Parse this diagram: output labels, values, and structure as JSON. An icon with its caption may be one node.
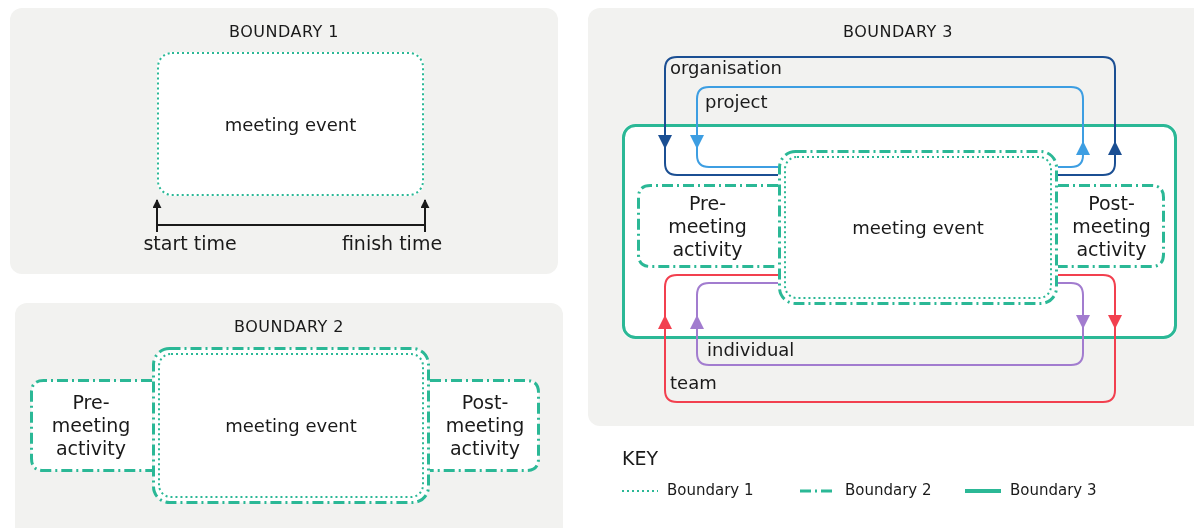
{
  "diagram": {
    "nodes": [
      {
        "text": [
          "BOUNDARY 1"
        ]
      },
      {
        "text": [
          "meeting event"
        ],
        "in": 0
      },
      {
        "text": [
          "start time"
        ],
        "in": 0
      },
      {
        "text": [
          "finish time"
        ],
        "in": 0
      },
      {
        "text": [
          "BOUNDARY 2"
        ]
      },
      {
        "text": [
          "Pre-meeting activity"
        ],
        "in": 4
      },
      {
        "text": [
          "meeting event"
        ],
        "in": 4
      },
      {
        "text": [
          "Post-meeting activity"
        ],
        "in": 4
      },
      {
        "text": [
          "BOUNDARY 3"
        ]
      },
      {
        "text": [],
        "shape": "box",
        "in": 8
      },
      {
        "text": [
          "Pre-meeting activity"
        ],
        "in": 9
      },
      {
        "text": [
          "meeting event"
        ],
        "in": 9
      },
      {
        "text": [
          "Post-meeting activity"
        ],
        "in": 9
      }
    ],
    "edges": [
      {
        "from": 2,
        "to": 1,
        "arrow": "to"
      },
      {
        "from": 3,
        "to": 1,
        "arrow": "to"
      },
      {
        "from": 11,
        "to": 11,
        "arrow": "to",
        "label": "organisation",
        "color": "#1b4f93"
      },
      {
        "from": 11,
        "to": 11,
        "arrow": "to",
        "label": "project",
        "color": "#3d9ee2"
      },
      {
        "from": 11,
        "to": 11,
        "arrow": "to",
        "label": "individual",
        "color": "#a27ccf"
      },
      {
        "from": 11,
        "to": 11,
        "arrow": "to",
        "label": "team",
        "color": "#f2404f"
      }
    ],
    "labels": [
      "KEY"
    ],
    "legend": [
      {
        "text": "Boundary 1"
      },
      {
        "text": "Boundary 2"
      },
      {
        "text": "Boundary 3"
      }
    ]
  }
}
